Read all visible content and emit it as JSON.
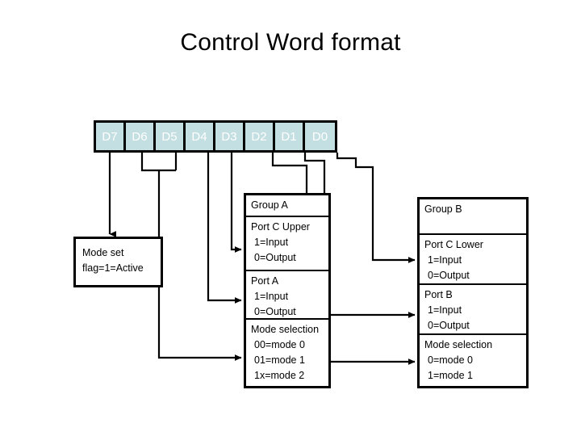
{
  "page": {
    "title": "Control Word format",
    "background": "#ffffff",
    "bit_fill_color": "#c3dfe2",
    "bit_text_color": "#ffffff",
    "line_color": "#000000"
  },
  "bit_row": {
    "name": "control-word-bits",
    "bits": [
      {
        "label": "D7"
      },
      {
        "label": "D6"
      },
      {
        "label": "D5"
      },
      {
        "label": "D4"
      },
      {
        "label": "D3"
      },
      {
        "label": "D2"
      },
      {
        "label": "D1"
      },
      {
        "label": "D0"
      }
    ]
  },
  "mode_set": {
    "line1": "Mode set",
    "line2": "flag=1=Active"
  },
  "group_a": {
    "header": "Group A",
    "port_c_upper": {
      "title": "Port C Upper",
      "line1": "1=Input",
      "line2": "0=Output"
    },
    "port_a": {
      "title": "Port A",
      "line1": "1=Input",
      "line2": "0=Output"
    },
    "mode_selection": {
      "title": "Mode selection",
      "line1": "00=mode 0",
      "line2": "01=mode 1",
      "line3": "1x=mode 2"
    }
  },
  "group_b": {
    "header": "Group B",
    "port_c_lower": {
      "title": "Port C Lower",
      "line1": "1=Input",
      "line2": "0=Output"
    },
    "port_b": {
      "title": "Port B",
      "line1": "1=Input",
      "line2": "0=Output"
    },
    "mode_selection": {
      "title": "Mode selection",
      "line1": "0=mode 0",
      "line2": "1=mode 1"
    }
  }
}
